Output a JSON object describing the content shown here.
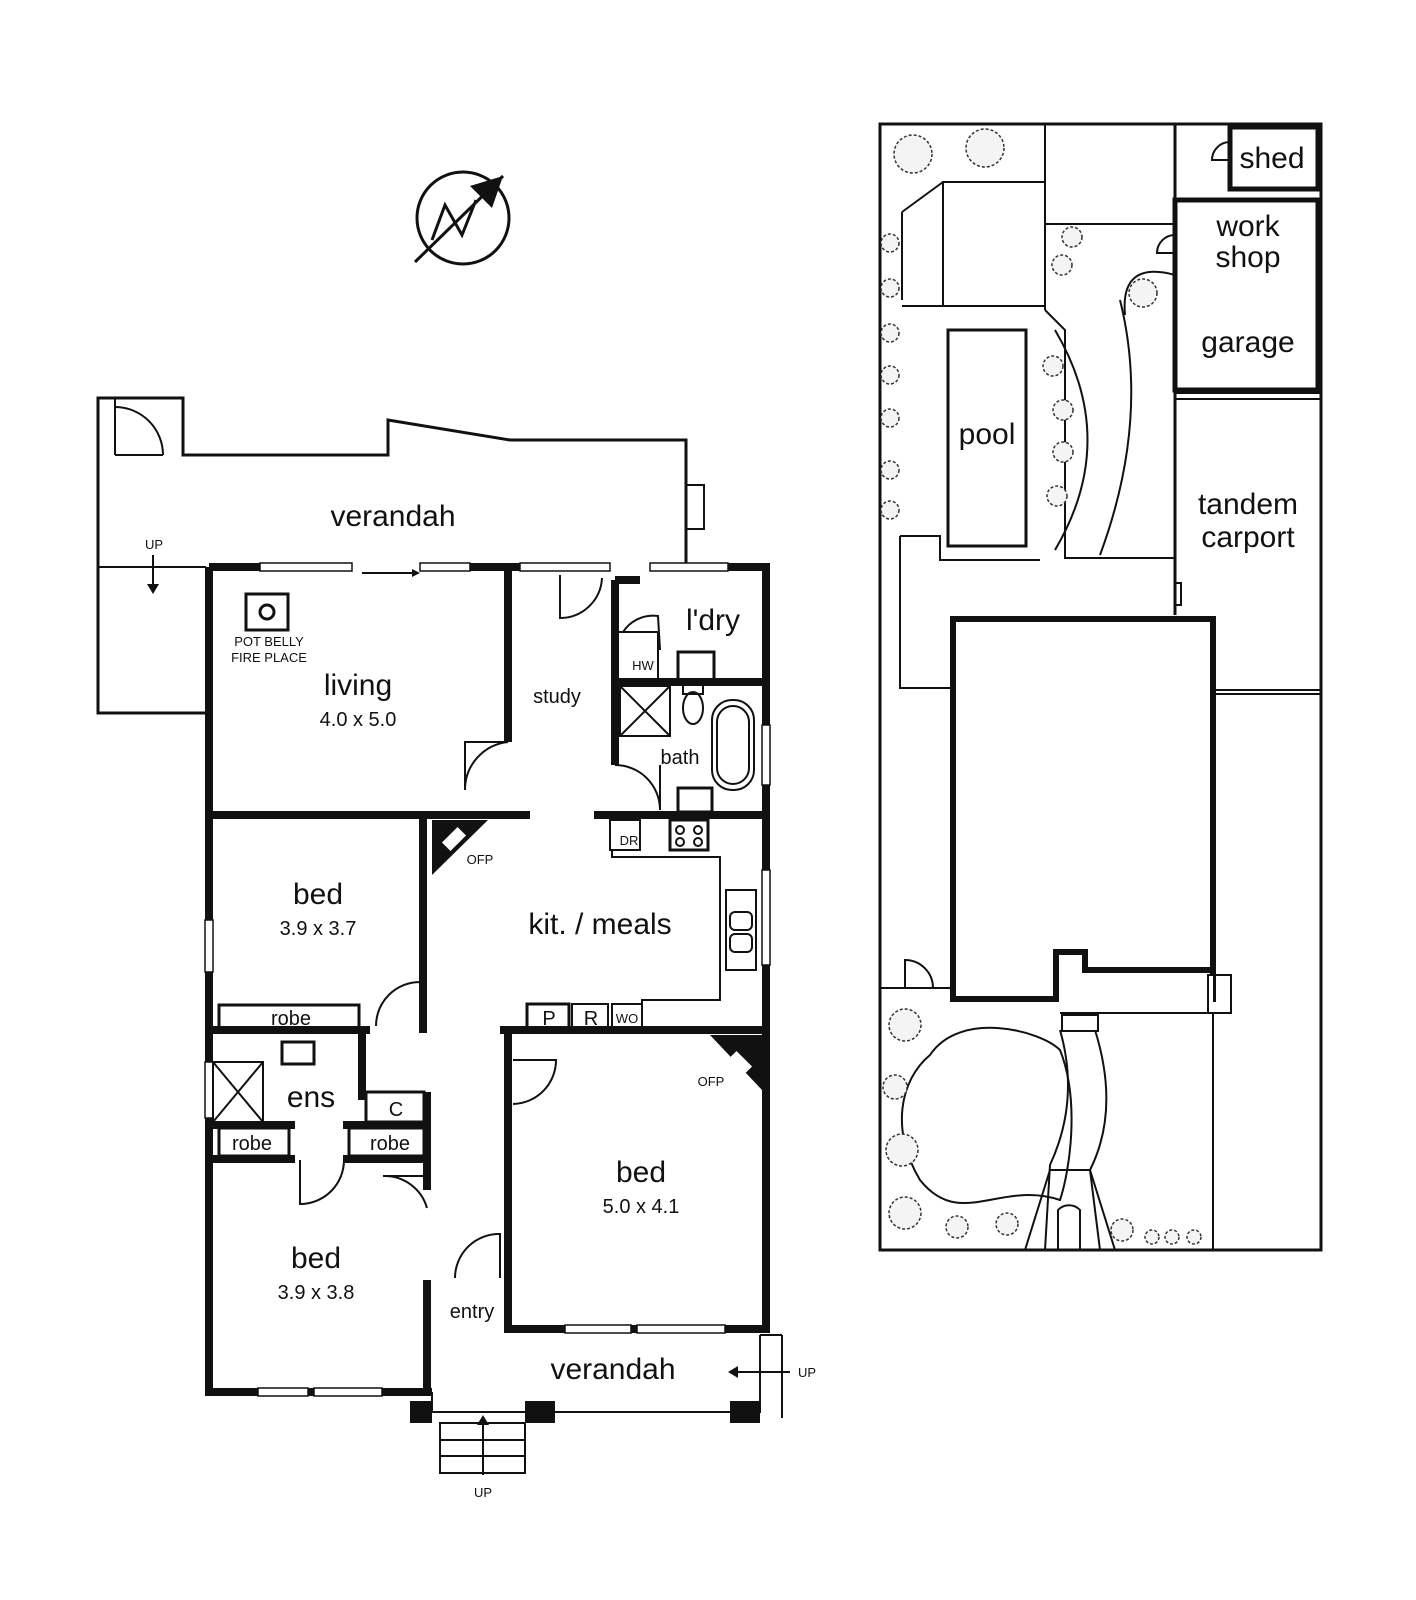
{
  "labels": {
    "verandah_rear": "verandah",
    "up_left": "UP",
    "pot_belly": "POT BELLY",
    "fire_place": "FIRE PLACE",
    "living": "living",
    "living_dim": "4.0 x 5.0",
    "study": "study",
    "laundry": "l'dry",
    "hw": "HW",
    "bath": "bath",
    "ofp_1": "OFP",
    "dr": "DR",
    "bed_1": "bed",
    "bed_1_dim": "3.9 x 3.7",
    "kit_meals": "kit. / meals",
    "robe_1": "robe",
    "p": "P",
    "r": "R",
    "wo": "WO",
    "ens": "ens",
    "c": "C",
    "ofp_2": "OFP",
    "robe_2": "robe",
    "robe_3": "robe",
    "bed_main": "bed",
    "bed_main_dim": "5.0 x 4.1",
    "bed_2": "bed",
    "bed_2_dim": "3.9 x 3.8",
    "entry": "entry",
    "verandah_front": "verandah",
    "up_right": "UP",
    "up_bottom": "UP",
    "shed": "shed",
    "work": "work",
    "shop": "shop",
    "garage": "garage",
    "pool": "pool",
    "tandem": "tandem",
    "carport": "carport"
  },
  "icons": {
    "compass": "north-arrow-icon",
    "stove": "stove-icon",
    "sink": "sink-icon",
    "bathtub": "bathtub-icon",
    "toilet": "toilet-icon",
    "shower": "shower-icon"
  }
}
